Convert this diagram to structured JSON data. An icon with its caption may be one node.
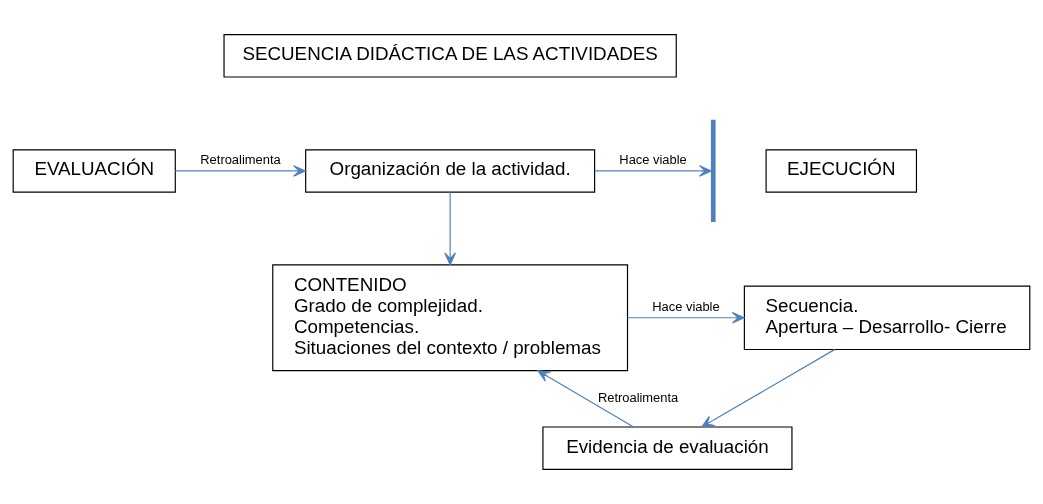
{
  "diagram": {
    "nodes": [
      {
        "text": [
          "SECUENCIA DIDÁCTICA DE LAS ACTIVIDADES"
        ]
      },
      {
        "text": [
          "Organización de la actividad."
        ]
      },
      {
        "text": [],
        "shape": "bar"
      },
      {
        "text": [
          "EJECUCIÓN"
        ]
      },
      {
        "text": [
          "EVALUACIÓN"
        ]
      },
      {
        "text": [
          "CONTENIDO",
          "Grado de complejidad.",
          "Competencias.",
          "Situaciones del contexto / problemas"
        ]
      },
      {
        "text": [
          "Secuencia.",
          "Apertura – Desarrollo- Cierre"
        ]
      },
      {
        "text": [
          "Evidencia de evaluación"
        ]
      }
    ],
    "edges": [
      {
        "from": 1,
        "to": 2,
        "arrow": "to",
        "label": "Hace viable"
      },
      {
        "from": 4,
        "to": 1,
        "arrow": "to",
        "label": "Retroalimenta"
      },
      {
        "from": 1,
        "to": 5,
        "arrow": "to"
      },
      {
        "from": 5,
        "to": 6,
        "arrow": "to",
        "label": "Hace viable"
      },
      {
        "from": 6,
        "to": 7,
        "arrow": "to"
      },
      {
        "from": 7,
        "to": 5,
        "arrow": "to",
        "label": "Retroalimenta"
      }
    ]
  }
}
